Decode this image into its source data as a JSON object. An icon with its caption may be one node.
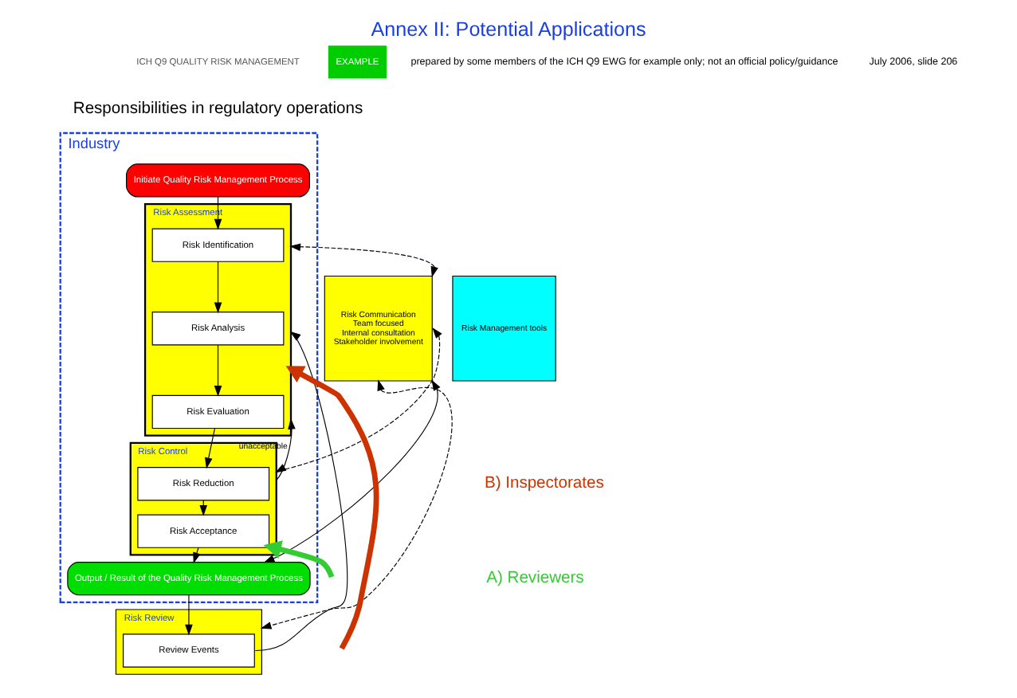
{
  "diagram": {
    "title": "Annex II: Potential Applications",
    "nodes": [
      {
        "text": [
          "Industry"
        ]
      },
      {
        "text": [
          "Initiate Quality Risk Management Process"
        ],
        "in": 0
      },
      {
        "text": [
          "Risk Assessment"
        ],
        "in": 0
      },
      {
        "text": [
          "Risk Identification"
        ],
        "in": 2
      },
      {
        "text": [
          "Risk Analysis"
        ],
        "in": 2
      },
      {
        "text": [
          "Risk Evaluation"
        ],
        "in": 2
      },
      {
        "text": [
          "Risk Control"
        ],
        "in": 0
      },
      {
        "text": [
          "Risk Reduction"
        ],
        "in": 6
      },
      {
        "text": [
          "Risk Acceptance"
        ],
        "in": 6
      },
      {
        "text": [
          "Output / Result of the Quality Risk Management Process"
        ],
        "in": 0
      },
      {
        "text": [
          "Risk Review"
        ]
      },
      {
        "text": [
          "Review Events"
        ],
        "in": 10
      },
      {
        "text": [
          "Risk Communication",
          "Team focused",
          "Internal consultation",
          "Stakeholder involvement"
        ]
      },
      {
        "text": [
          "Risk Management tools"
        ]
      }
    ],
    "edges": [
      {
        "from": 1,
        "to": 3,
        "arrow": "to"
      },
      {
        "from": 3,
        "to": 4,
        "arrow": "to"
      },
      {
        "from": 4,
        "to": 5,
        "arrow": "to"
      },
      {
        "from": 5,
        "to": 7,
        "arrow": "to"
      },
      {
        "from": 7,
        "to": 8,
        "arrow": "to"
      },
      {
        "from": 8,
        "to": 9,
        "arrow": "to"
      },
      {
        "from": 9,
        "to": 11,
        "arrow": "to"
      },
      {
        "from": 6,
        "to": 2,
        "arrow": "to",
        "label": "unacceptable"
      },
      {
        "from": 11,
        "to": 2,
        "arrow": "to"
      },
      {
        "from": 12,
        "to": 2,
        "arrow": "both",
        "style": "dashed"
      },
      {
        "from": 12,
        "to": 6,
        "arrow": "both",
        "style": "dashed"
      },
      {
        "from": 12,
        "to": 9,
        "arrow": "both"
      },
      {
        "from": 12,
        "to": 10,
        "arrow": "both",
        "style": "dashed"
      },
      {
        "from": null,
        "to": 2,
        "arrow": "to",
        "style": "thick",
        "color": "#cc3300"
      },
      {
        "from": null,
        "to": 8,
        "arrow": "to",
        "style": "thick",
        "color": "#33cc33"
      }
    ],
    "labels": [
      "ICH Q9 QUALITY RISK MANAGEMENT",
      "EXAMPLE",
      "Responsibilities in regulatory operations",
      "B) Inspectorates",
      "A) Reviewers",
      "prepared by some members of the ICH Q9 EWG for example only; not an official policy/guidance",
      "July 2006, slide 206"
    ]
  }
}
